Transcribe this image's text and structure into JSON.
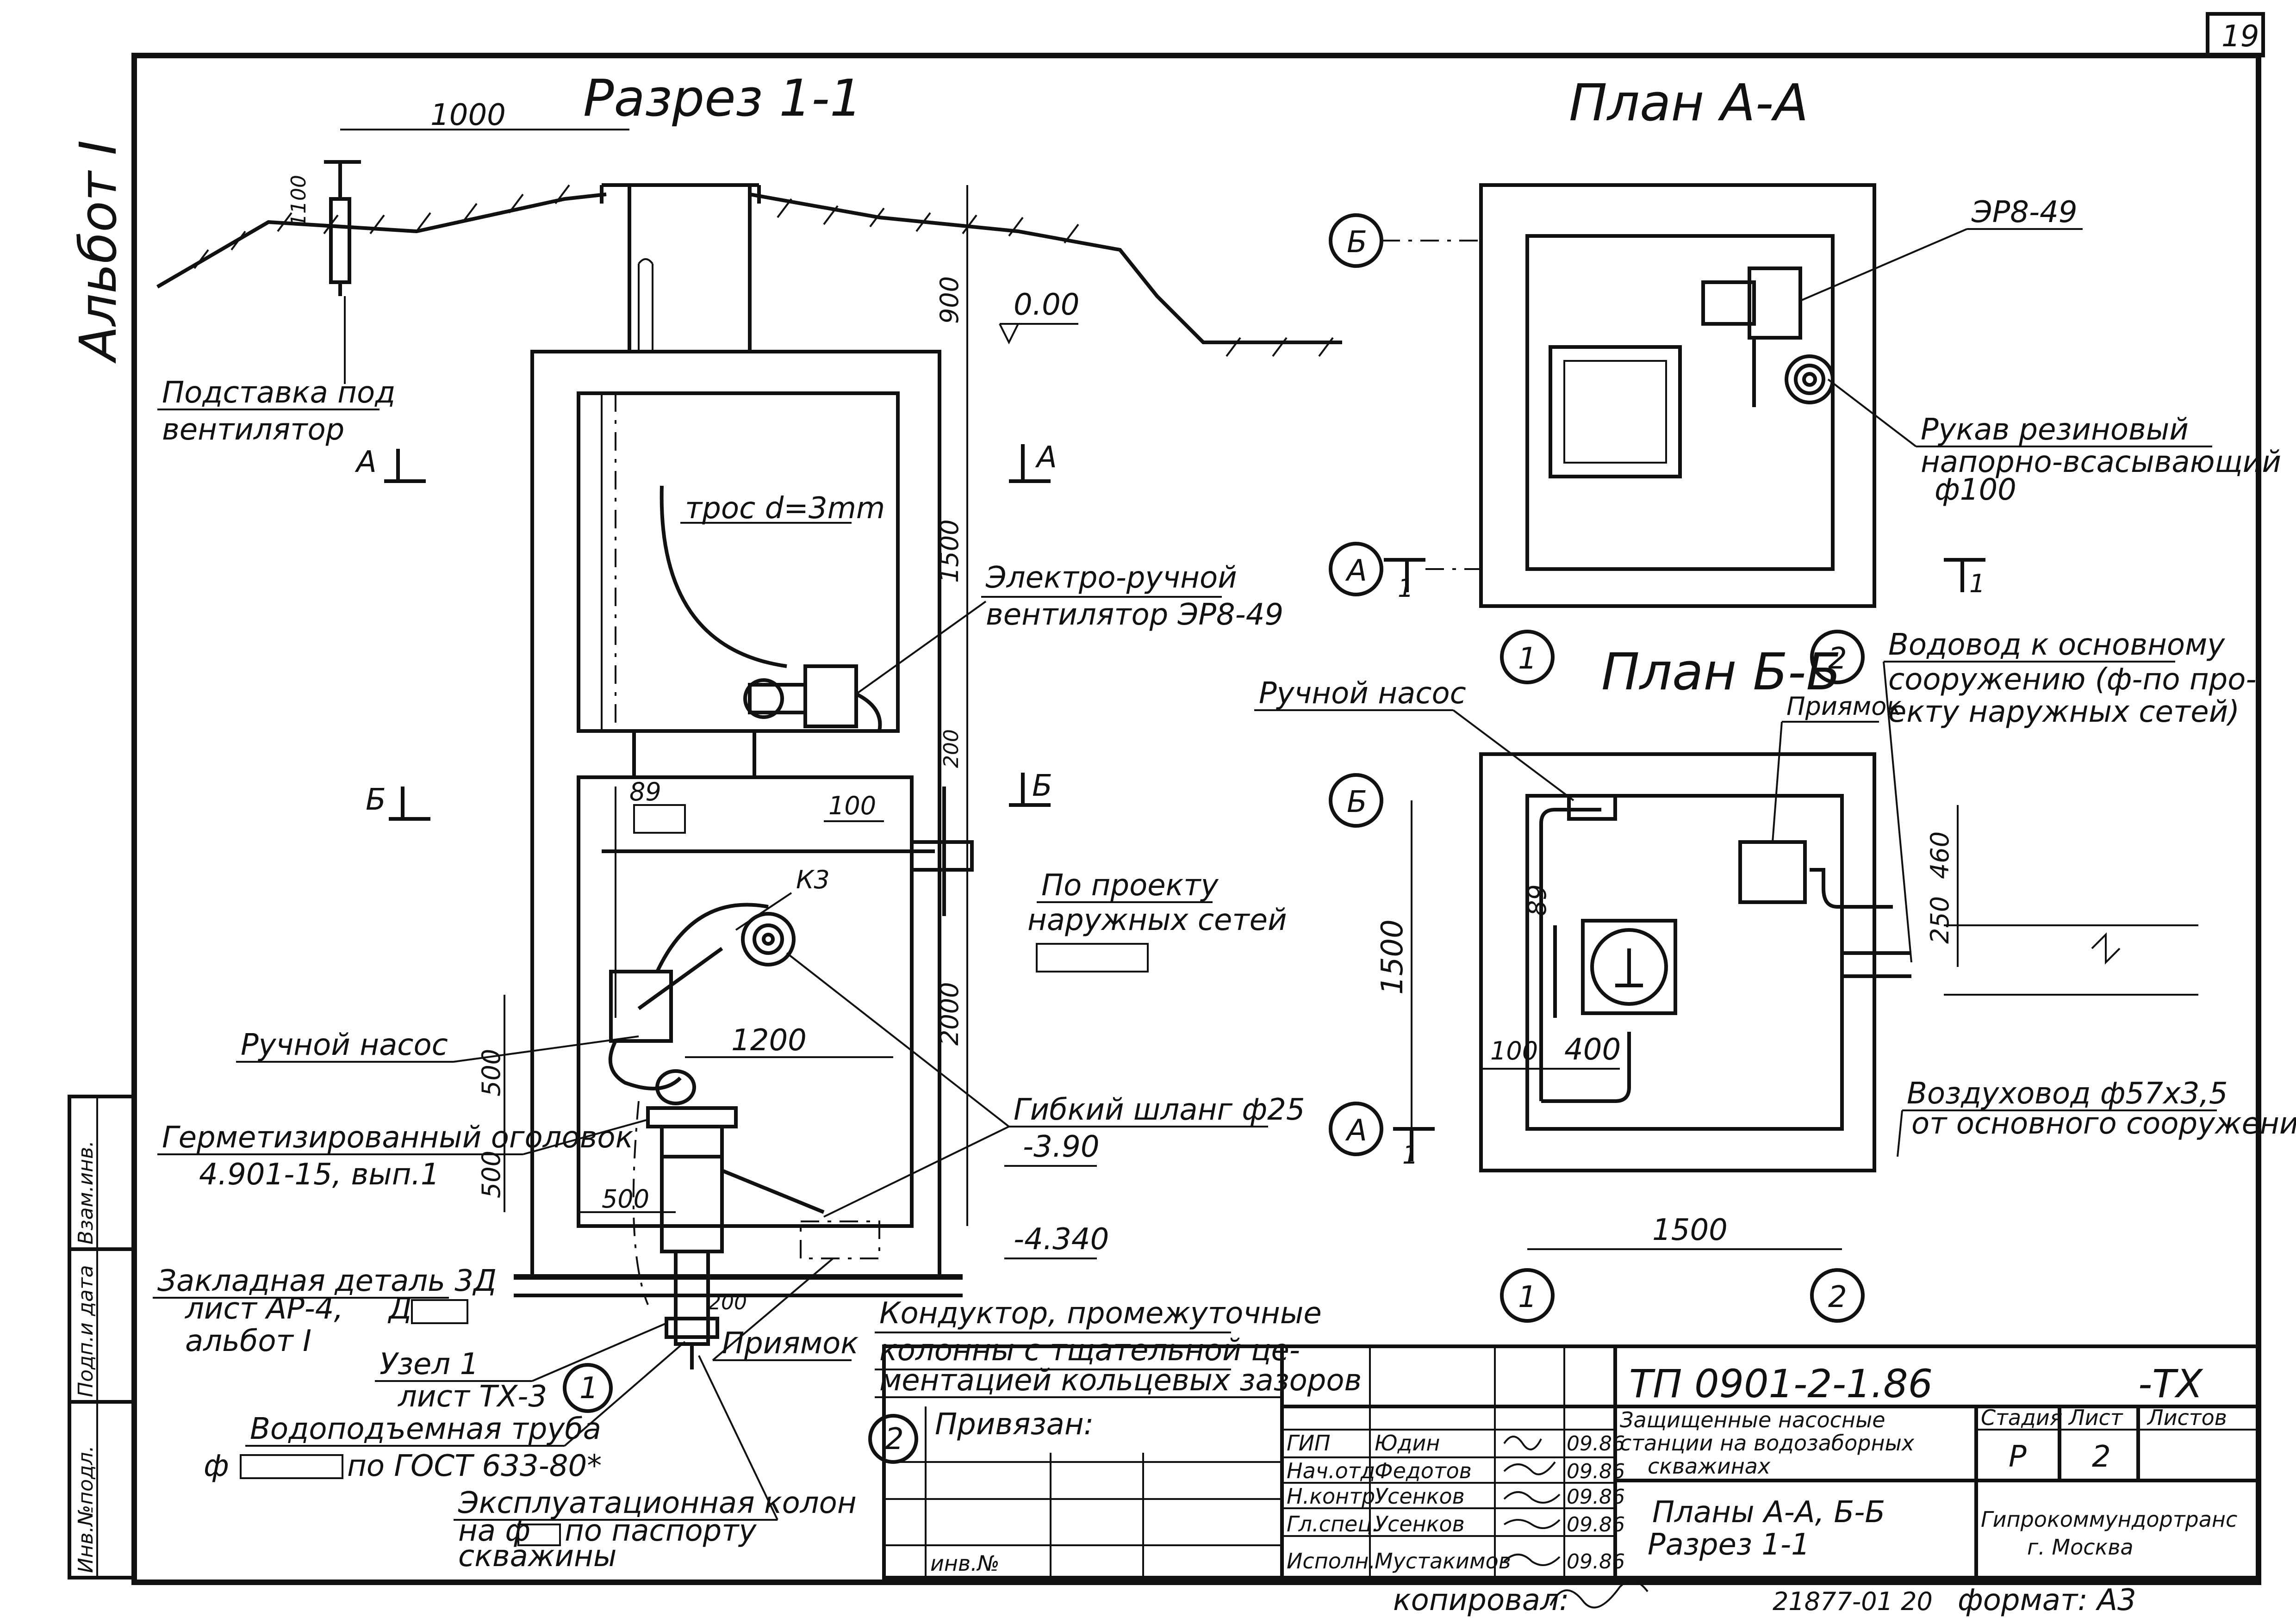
{
  "sheet_number": "19",
  "album": "Альбот I",
  "views": {
    "section": "Разрез 1-1",
    "plan_a": "План А-А",
    "plan_b": "План Б-Б"
  },
  "section_labels": {
    "dim_1000": "1000",
    "dim_1100": "1100",
    "dim_900": "900",
    "elev_000": "0.00",
    "dim_1500": "1500",
    "dim_200": "200",
    "dim_100": "100",
    "dim_89": "89",
    "dim_2000": "2000",
    "dim_1200": "1200",
    "dim_500a": "500",
    "dim_500b": "500",
    "dim_500c": "500",
    "elev_390": "-3.90",
    "elev_4340": "-4.340",
    "dim_200b": "200",
    "vent_stand_1": "Подставка под",
    "vent_stand_2": "вентилятор",
    "mark_a_left": "А",
    "mark_a_right": "А",
    "mark_b_left": "Б",
    "mark_b_right": "Б",
    "cable": "трос d=3mm",
    "fan_1": "Электро-ручной",
    "fan_2": "вентилятор ЭР8-49",
    "k3": "К3",
    "per_project_1": "По проекту",
    "per_project_2": "наружных сетей",
    "hand_pump": "Ручной насос",
    "flex_hose": "Гибкий шланг ф25",
    "sealed_head_1": "Герметизированный оголовок",
    "sealed_head_2": "4.901-15, вып.1",
    "embed_1": "Закладная деталь 3Д",
    "embed_2": "лист АР-4,",
    "embed_3": "альбот I",
    "embed_d": "Д",
    "node_1": "Узел 1",
    "node_2": "лист ТХ-3",
    "callout_1": "1",
    "callout_2": "2",
    "sump": "Приямок",
    "riser_1": "Водоподъемная труба",
    "riser_2": "ф",
    "riser_3": "по ГОСТ 633-80*",
    "column_1": "Эксплуатационная колон",
    "column_2": "на ф",
    "column_3": "по паспорту",
    "column_4": "скважины",
    "conductor_1": "Кондуктор, промежуточные",
    "conductor_2": "колонны с тщательной це-",
    "conductor_3": "ментацией кольцевых зазоров"
  },
  "plan_labels": {
    "er8": "ЭР8-49",
    "hose_1": "Рукав резиновый",
    "hose_2": "напорно-всасывающий",
    "hose_3": "ф100",
    "axis_b": "Б",
    "axis_a": "А",
    "axis_1": "1",
    "axis_2": "2",
    "cut_1": "1",
    "water_1": "Водовод к основному",
    "water_2": "сооружению (ф-по про-",
    "water_3": "екту наружных сетей)",
    "hand_pump": "Ручной насос",
    "sump": "Приямок",
    "dim_460": "460",
    "dim_250": "250",
    "dim_89": "89",
    "dim_1500v": "1500",
    "dim_100": "100",
    "dim_400": "400",
    "dim_1500h": "1500",
    "air_1": "Воздуховод ф57х3,5",
    "air_2": "от основного сооружения"
  },
  "side_stamp": {
    "inv": "Инв.№подл.",
    "sign": "Подп.и дата",
    "replace": "Взам.инв."
  },
  "title_block": {
    "doc_code": "ТП 0901-2-1.86",
    "suffix": "-ТХ",
    "object_1": "Защищенные насосные",
    "object_2": "станции на водозаборных",
    "object_3": "скважинах",
    "sheet_title_1": "Планы А-А, Б-Б",
    "sheet_title_2": "Разрез 1-1",
    "stage_h": "Стадия",
    "sheet_h": "Лист",
    "sheets_h": "Листов",
    "stage": "Р",
    "sheet": "2",
    "org_1": "Гипрокоммундортранс",
    "org_2": "г. Москва",
    "attached": "Привязан:",
    "inv_no": "инв.№",
    "copied": "копировал:",
    "order": "21877-01 20",
    "format": "формат: А3",
    "roles": [
      {
        "role": "ГИП",
        "name": "Юдин",
        "date": "09.86"
      },
      {
        "role": "Нач.отд",
        "name": "Федотов",
        "date": "09.86"
      },
      {
        "role": "Н.контр",
        "name": "Усенков",
        "date": "09.86"
      },
      {
        "role": "Гл.спец.",
        "name": "Усенков",
        "date": "09.86"
      },
      {
        "role": "Исполн.",
        "name": "Мустакимов",
        "date": "09.86"
      }
    ]
  }
}
